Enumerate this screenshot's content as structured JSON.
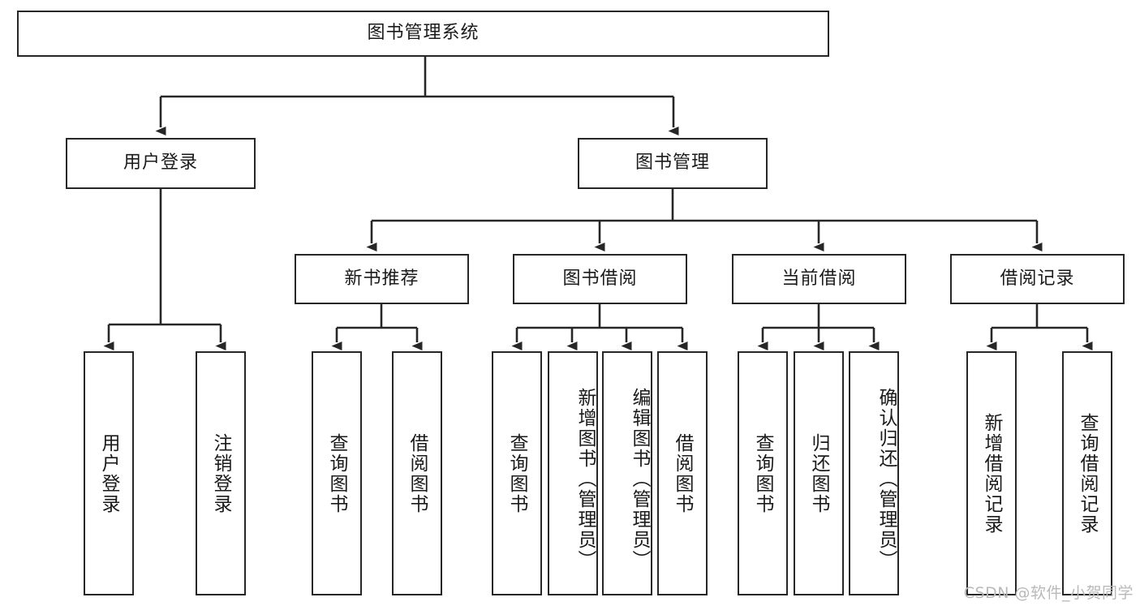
{
  "diagram": {
    "type": "tree-hierarchy",
    "title": "图书管理系统",
    "orientation": "top-down",
    "edge_style": "orthogonal-arrow",
    "colors": {
      "box_border": "#272727",
      "box_fill": "#ffffff",
      "edge": "#272727",
      "text": "#1a1a1a",
      "watermark": "#b9b9b9",
      "background": "#ffffff"
    },
    "root": {
      "id": "root",
      "label": "图书管理系统"
    },
    "level2": [
      {
        "id": "user-login",
        "label": "用户登录"
      },
      {
        "id": "book-manage",
        "label": "图书管理"
      }
    ],
    "level3": [
      {
        "id": "new-book-recommend",
        "label": "新书推荐",
        "parent": "book-manage"
      },
      {
        "id": "book-borrow",
        "label": "图书借阅",
        "parent": "book-manage"
      },
      {
        "id": "current-borrow",
        "label": "当前借阅",
        "parent": "book-manage"
      },
      {
        "id": "borrow-record",
        "label": "借阅记录",
        "parent": "book-manage"
      }
    ],
    "leaves": [
      {
        "id": "leaf-user-login",
        "label": "用户登录",
        "parent": "user-login"
      },
      {
        "id": "leaf-logout-login",
        "label": "注销登录",
        "parent": "user-login"
      },
      {
        "id": "leaf-query-book-1",
        "label": "查询图书",
        "parent": "new-book-recommend"
      },
      {
        "id": "leaf-borrow-book-1",
        "label": "借阅图书",
        "parent": "new-book-recommend"
      },
      {
        "id": "leaf-query-book-2",
        "label": "查询图书",
        "parent": "book-borrow"
      },
      {
        "id": "leaf-add-book",
        "label": "新增图书（管理员）",
        "parent": "book-borrow"
      },
      {
        "id": "leaf-edit-book",
        "label": "编辑图书（管理员）",
        "parent": "book-borrow"
      },
      {
        "id": "leaf-borrow-book-2",
        "label": "借阅图书",
        "parent": "book-borrow"
      },
      {
        "id": "leaf-query-book-3",
        "label": "查询图书",
        "parent": "current-borrow"
      },
      {
        "id": "leaf-return-book",
        "label": "归还图书",
        "parent": "current-borrow"
      },
      {
        "id": "leaf-confirm-return",
        "label": "确认归还（管理员）",
        "parent": "current-borrow"
      },
      {
        "id": "leaf-add-record",
        "label": "新增借阅记录",
        "parent": "borrow-record"
      },
      {
        "id": "leaf-query-record",
        "label": "查询借阅记录",
        "parent": "borrow-record"
      }
    ]
  },
  "watermark": {
    "text": "CSDN @软件_小贺同学"
  }
}
